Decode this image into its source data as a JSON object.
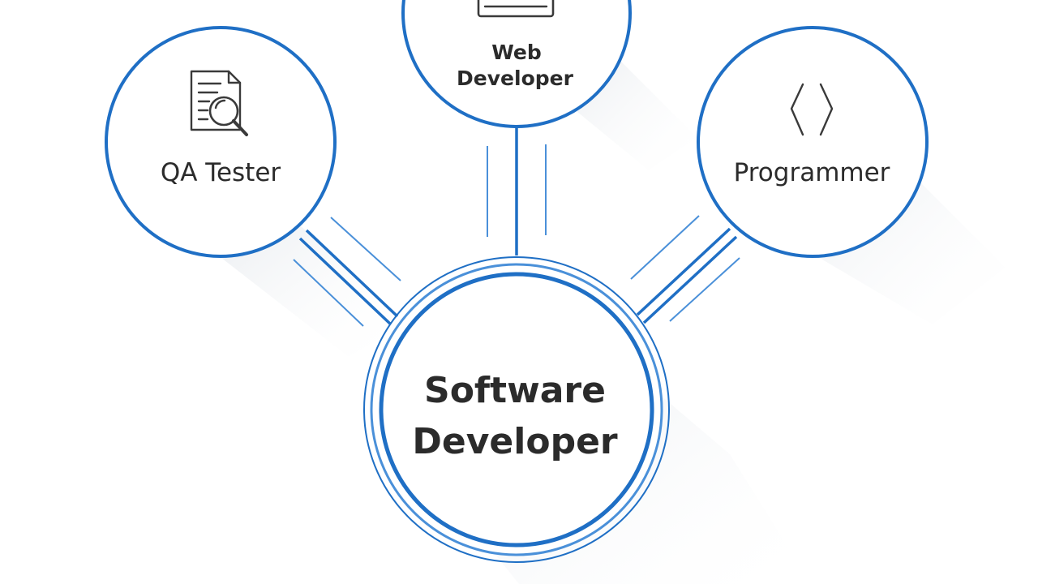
{
  "diagram": {
    "center": {
      "line1": "Software",
      "line2": "Developer"
    },
    "nodes": [
      {
        "id": "qa-tester",
        "line1": "QA Tester",
        "icon": "document-search-icon"
      },
      {
        "id": "web-developer",
        "line1": "Web",
        "line2": "Developer",
        "icon": "monitor-icon"
      },
      {
        "id": "programmer",
        "line1": "Programmer",
        "icon": "code-brackets-icon"
      }
    ]
  },
  "colors": {
    "accent": "#1f6fc5",
    "accent_light": "#4a90d9",
    "text": "#2b2b2b",
    "background": "#ffffff"
  }
}
